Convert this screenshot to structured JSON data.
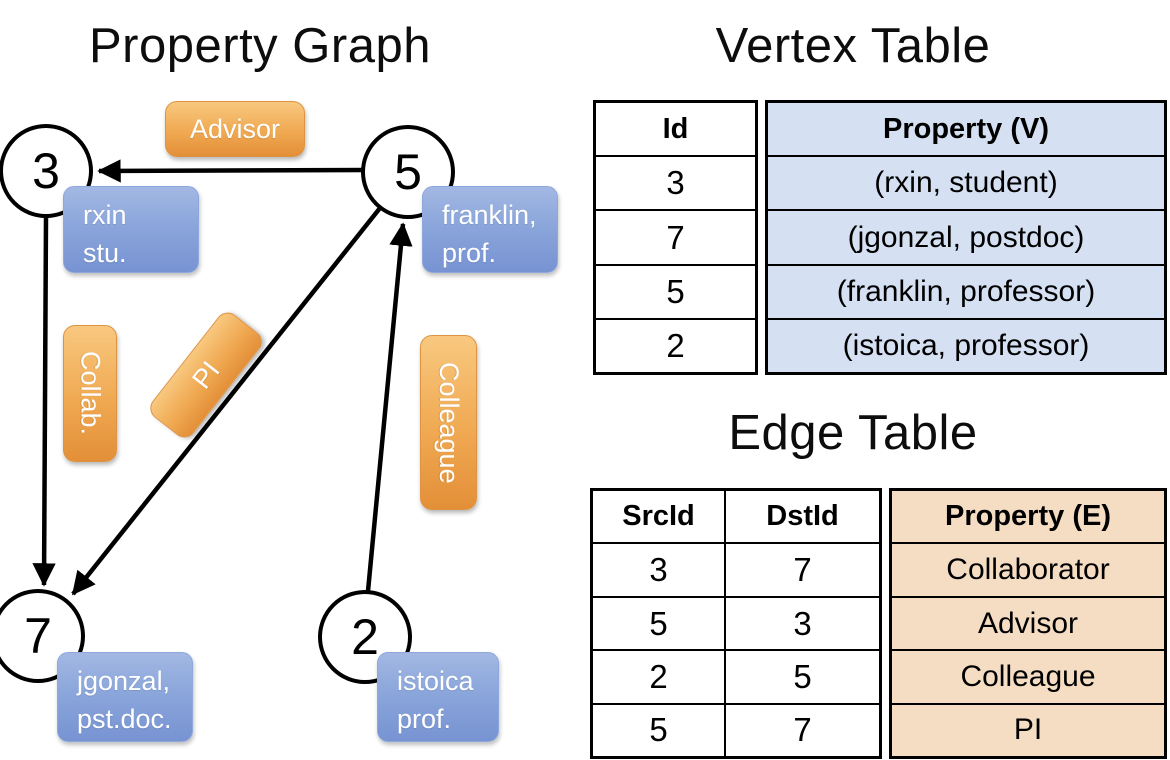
{
  "slide": {
    "left_title": "Property Graph",
    "right_top_title": "Vertex Table",
    "right_bottom_title": "Edge Table"
  },
  "graph": {
    "nodes": [
      {
        "id": "3",
        "property_line1": "rxin",
        "property_line2": "stu."
      },
      {
        "id": "5",
        "property_line1": "franklin,",
        "property_line2": "prof."
      },
      {
        "id": "7",
        "property_line1": "jgonzal,",
        "property_line2": "pst.doc."
      },
      {
        "id": "2",
        "property_line1": "istoica",
        "property_line2": "prof."
      }
    ],
    "edge_labels": {
      "advisor": "Advisor",
      "collab": "Collab.",
      "pi": "PI",
      "colleague": "Colleague"
    }
  },
  "vertex_table": {
    "title": "Vertex Table",
    "columns": {
      "id": "Id",
      "property": "Property (V)"
    },
    "rows": [
      {
        "id": "3",
        "property": "(rxin, student)"
      },
      {
        "id": "7",
        "property": "(jgonzal, postdoc)"
      },
      {
        "id": "5",
        "property": "(franklin, professor)"
      },
      {
        "id": "2",
        "property": "(istoica, professor)"
      }
    ]
  },
  "edge_table": {
    "title": "Edge Table",
    "columns": {
      "src": "SrcId",
      "dst": "DstId",
      "property": "Property (E)"
    },
    "rows": [
      {
        "src": "3",
        "dst": "7",
        "property": "Collaborator"
      },
      {
        "src": "5",
        "dst": "3",
        "property": "Advisor"
      },
      {
        "src": "2",
        "dst": "5",
        "property": "Colleague"
      },
      {
        "src": "5",
        "dst": "7",
        "property": "PI"
      }
    ]
  },
  "colors": {
    "edge_label_orange_top": "#F8C87F",
    "edge_label_orange_bottom": "#E38F38",
    "vertex_label_blue_top": "#A3B8E3",
    "vertex_label_blue_bottom": "#7793D2",
    "vertex_property_cell_bg": "#D5E0F2",
    "edge_property_cell_bg": "#F5DDC3",
    "line_color": "#000000",
    "label_text_color": "#FFFFFF"
  }
}
